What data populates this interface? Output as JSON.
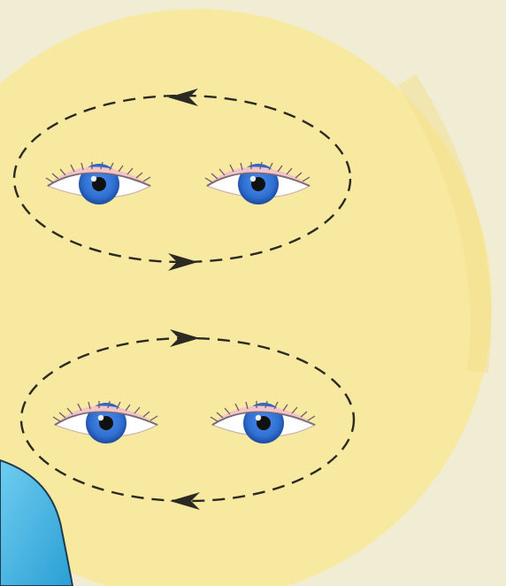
{
  "illustration": {
    "subject": "eye-rotation-exercise",
    "colors": {
      "background": "#f1ecd4",
      "circle": "#f8e9a0",
      "circle_shade": "#f3df8c",
      "water": "#3aaedb",
      "water_light": "#6fcdf0",
      "dash": "#2a2a22",
      "iris": "#2f6fd0",
      "iris_dark": "#1b4aa0",
      "pupil": "#111111",
      "eyelid": "#f3c3c8",
      "eyelash": "#6b5a6a",
      "eye_white": "#ffffff"
    },
    "panels": [
      {
        "name": "top-rotation",
        "direction": "counterclockwise"
      },
      {
        "name": "bottom-rotation",
        "direction": "clockwise"
      }
    ]
  }
}
